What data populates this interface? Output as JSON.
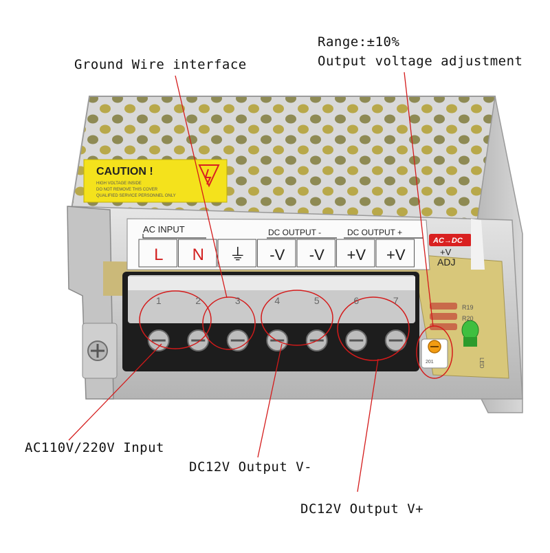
{
  "callouts": {
    "range": "Range:±10%",
    "adjust": "Output voltage adjustment",
    "ground": "Ground Wire interface",
    "ac_input": "AC110V/220V Input",
    "dc_minus": "DC12V Output V-",
    "dc_plus": "DC12V Output V+"
  },
  "label_panel": {
    "ac_input": "AC INPUT",
    "dc_output_minus": "DC OUTPUT -",
    "dc_output_plus": "DC OUTPUT +",
    "ac_dc_badge": "AC→DC",
    "plus_v": "+V",
    "adj": "ADJ"
  },
  "caution": {
    "title": "CAUTION !",
    "line1": "HIGH VOLTAGE INSIDE",
    "line2": "DO NOT REMOVE THIS COVER",
    "line3": "QUALIFIED SERVICE PERSONNEL ONLY"
  },
  "terminals": [
    {
      "sym": "L",
      "num": "1",
      "color": "#d21f1f"
    },
    {
      "sym": "N",
      "num": "2",
      "color": "#d21f1f"
    },
    {
      "sym": "⏚",
      "num": "3",
      "color": "#222222"
    },
    {
      "sym": "-V",
      "num": "4",
      "color": "#222222"
    },
    {
      "sym": "-V",
      "num": "5",
      "color": "#222222"
    },
    {
      "sym": "+V",
      "num": "6",
      "color": "#222222"
    },
    {
      "sym": "+V",
      "num": "7",
      "color": "#222222"
    }
  ],
  "pcb": {
    "r19": "R19",
    "r20": "R20",
    "pot_label": "201",
    "led": "LED"
  },
  "colors": {
    "annotation_red": "#d41a1a",
    "caution_yellow": "#f4e21c",
    "pcb_yellow": "#d8c77a",
    "metal": "#c9c9c9",
    "terminal_block": "#1d1d1d",
    "led_green": "#3fbf3f"
  }
}
